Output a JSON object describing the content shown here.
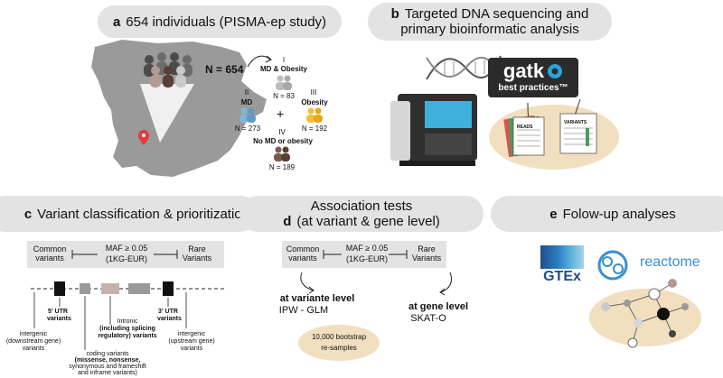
{
  "panel_a": {
    "letter": "a",
    "title": "654 individuals (PISMA-ep study)",
    "total": "N = 654",
    "groups": [
      {
        "roman": "I",
        "name": "MD & Obesity",
        "n": "N = 83",
        "color": "#bdbdbd"
      },
      {
        "roman": "II",
        "name": "MD",
        "n": "N = 273",
        "color": "#7fb6d9"
      },
      {
        "roman": "III",
        "name": "Obesity",
        "n": "N = 192",
        "color": "#f2c038"
      },
      {
        "roman": "IV",
        "name": "No MD or obesity",
        "n": "N = 189",
        "color": "#7a5a4e"
      }
    ],
    "plus": "+"
  },
  "panel_b": {
    "letter": "b",
    "title_line1": "Targeted DNA sequencing and",
    "title_line2": "primary bioinformatic analysis",
    "gatk": "gatk",
    "gatk_sub": "best practices™",
    "reads": "READS",
    "variants": "VARIANTS"
  },
  "panel_c": {
    "letter": "c",
    "title": "Variant classification & prioritization",
    "common": "Common variants",
    "maf": "MAF ≥ 0.05",
    "source": "(1KG-EUR)",
    "rare": "Rare Variants",
    "utr5": "5' UTR variants",
    "utr3": "3' UTR variants",
    "intronic_1": "Intronic",
    "intronic_2": "(including splicing",
    "intronic_3": "regulatory) variants",
    "intergenic_down_1": "intergenic",
    "intergenic_down_2": "(downstream gene)",
    "intergenic_down_3": "variants",
    "intergenic_up_1": "intergenic",
    "intergenic_up_2": "(upstream gene)",
    "intergenic_up_3": "variants",
    "coding_1": "coding variants",
    "coding_2": "(missense, nonsense,",
    "coding_3": "synonymous and frameshift",
    "coding_4": "and inframe variants)"
  },
  "panel_d": {
    "letter": "d",
    "title_line1": "Association tests",
    "title_line2": "(at variant & gene level)",
    "common": "Common variants",
    "maf": "MAF ≥ 0.05",
    "source": "(1KG-EUR)",
    "rare": "Rare Variants",
    "variant_level_1": "at variante level",
    "variant_level_2": "IPW - GLM",
    "gene_level_1": "at gene level",
    "gene_level_2": "SKAT-O",
    "bootstrap_1": "10,000 bootstrap",
    "bootstrap_2": "re-samples"
  },
  "panel_e": {
    "letter": "e",
    "title": "Folow-up analyses",
    "gtex": "GTEx",
    "reactome": "reactome"
  },
  "colors": {
    "pill": "#e3e3e3",
    "map": "#9a9a9a",
    "pin": "#e23b3b",
    "reactome": "#3a8fd0",
    "gtex": "#1f4e8a",
    "bootstrap": "#f2dfbf"
  }
}
